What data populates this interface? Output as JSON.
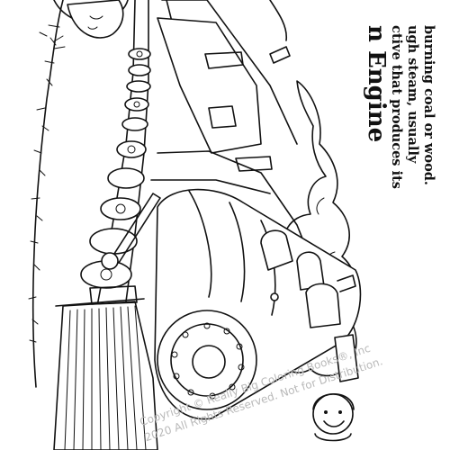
{
  "heading": {
    "title": "n Engine",
    "definition_lines": [
      "ctive that produces its",
      "ugh steam, usually",
      "burning coal or wood."
    ]
  },
  "watermark": {
    "line1": "Copyright © Really Big Coloring Books®, Inc",
    "line2": "2020 All Rights Reserved. Not for Distribution."
  },
  "icons": {
    "illustration": "steam-locomotive-line-art",
    "mascot": "smiling-child-face"
  }
}
